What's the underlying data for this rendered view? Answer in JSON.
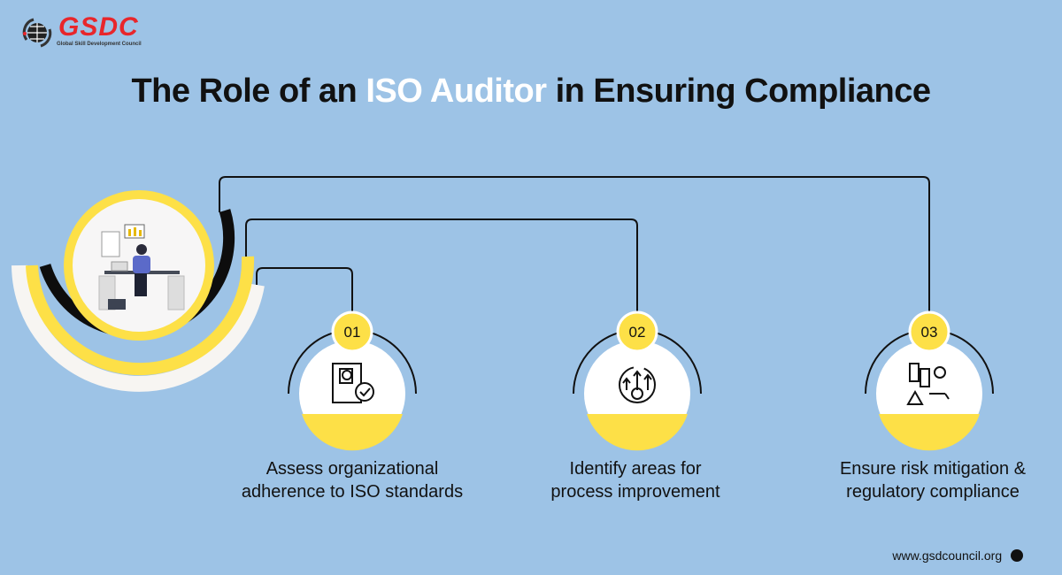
{
  "logo": {
    "name": "GSDC",
    "subtitle": "Global Skill Development Council"
  },
  "title": {
    "prefix": "The Role of an ",
    "highlight": "ISO Auditor",
    "suffix": " in Ensuring Compliance"
  },
  "steps": [
    {
      "number": "01",
      "line1": "Assess organizational",
      "line2": "adherence to ISO standards",
      "icon": "audit-document-check-icon"
    },
    {
      "number": "02",
      "line1": "Identify areas for",
      "line2": "process improvement",
      "icon": "process-improvement-gear-icon"
    },
    {
      "number": "03",
      "line1": "Ensure risk mitigation &",
      "line2": "regulatory compliance",
      "icon": "risk-compliance-icon"
    }
  ],
  "footer": {
    "url": "www.gsdcouncil.org"
  },
  "colors": {
    "background": "#9dc3e6",
    "yellow": "#fde047",
    "brand_red": "#e8262b"
  }
}
